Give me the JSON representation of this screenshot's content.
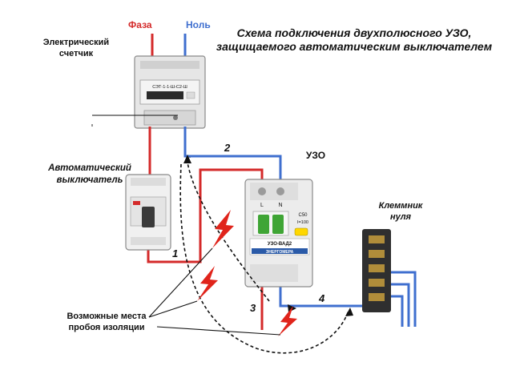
{
  "title": {
    "line1": "Схема подключения двухполюсного УЗО,",
    "line2": "защищаемого автоматическим выключателем"
  },
  "wires": {
    "phase_label": "Фаза",
    "neutral_label": "Ноль"
  },
  "components": {
    "meter": {
      "label_line1": "Электрический",
      "label_line2": "счетчик",
      "model": "СЭТ-1-1-Ш-С2-Ш"
    },
    "breaker": {
      "label_line1": "Автоматический",
      "label_line2": "выключатель"
    },
    "rcd": {
      "label": "УЗО",
      "terminal_l": "L",
      "terminal_n": "N",
      "rating": "C50",
      "rating2": "I=100",
      "model": "УЗО-ВАД2",
      "brand": "ЭНЕРГОМЕРА"
    },
    "terminal_block": {
      "label_line1": "Клеммник",
      "label_line2": "нуля"
    }
  },
  "fault_points": [
    "1",
    "2",
    "3",
    "4"
  ],
  "annotation": {
    "line1": "Возможные места",
    "line2": "пробоя изоляции"
  },
  "colors": {
    "phase": "#d42a2a",
    "neutral": "#3f6fcf",
    "spark": "#e0241b",
    "leader": "#111111"
  },
  "icons": {
    "fault": "lightning-bolt-icon"
  }
}
